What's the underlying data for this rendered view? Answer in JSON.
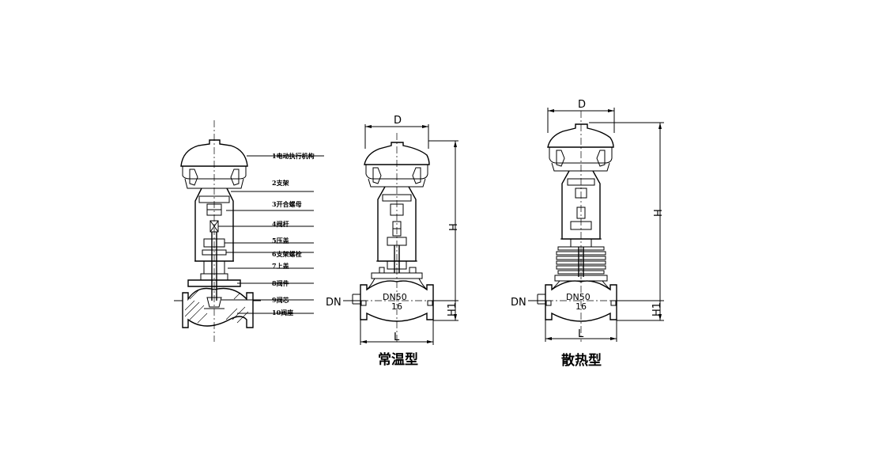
{
  "sectional_view": {
    "parts": [
      {
        "label": "1电动执行机构"
      },
      {
        "label": "2支架"
      },
      {
        "label": "3开合螺母"
      },
      {
        "label": "4阀杆"
      },
      {
        "label": "5压盖"
      },
      {
        "label": "6支架螺栓"
      },
      {
        "label": "7上盖"
      },
      {
        "label": "8阀件"
      },
      {
        "label": "9阀芯"
      },
      {
        "label": "10阀座"
      }
    ]
  },
  "normal_type": {
    "caption": "常温型",
    "dim_D": "D",
    "dim_H": "H",
    "dim_H1": "H1",
    "dim_L": "L",
    "dn_label": "DN",
    "body_size": "DN50",
    "body_pressure": "16"
  },
  "heat_type": {
    "caption": "散热型",
    "dim_D": "D",
    "dim_H": "H",
    "dim_H1": "H1",
    "dim_L": "L",
    "dn_label": "DN",
    "body_size": "DN50",
    "body_pressure": "16"
  }
}
